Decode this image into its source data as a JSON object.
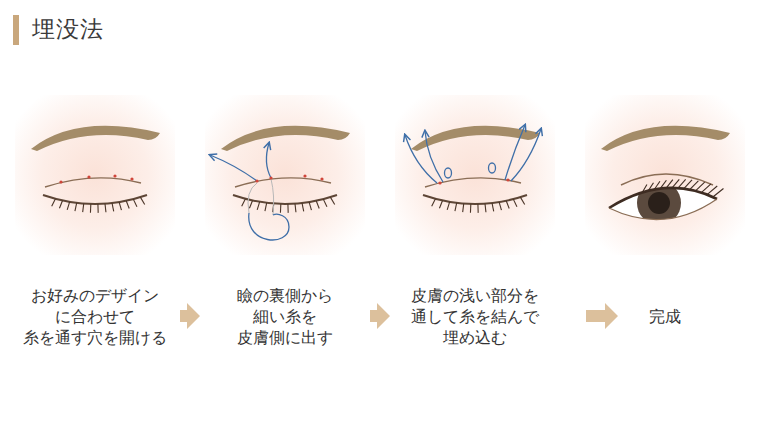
{
  "diagram": {
    "title": "埋没法",
    "nodes": [
      {
        "text": [
          "お好みのデザイン に合わせて 糸を通す穴を開ける"
        ]
      },
      {
        "text": [
          "瞼の裏側から 細い糸を 皮膚側に出す"
        ]
      },
      {
        "text": [
          "皮膚の浅い部分を 通して糸を結んで 埋め込む"
        ]
      },
      {
        "text": [
          "完成"
        ]
      }
    ],
    "edges": [
      {
        "from": 0,
        "to": 1,
        "arrow": "to"
      },
      {
        "from": 1,
        "to": 2,
        "arrow": "to"
      },
      {
        "from": 2,
        "to": 3,
        "arrow": "to"
      }
    ]
  }
}
